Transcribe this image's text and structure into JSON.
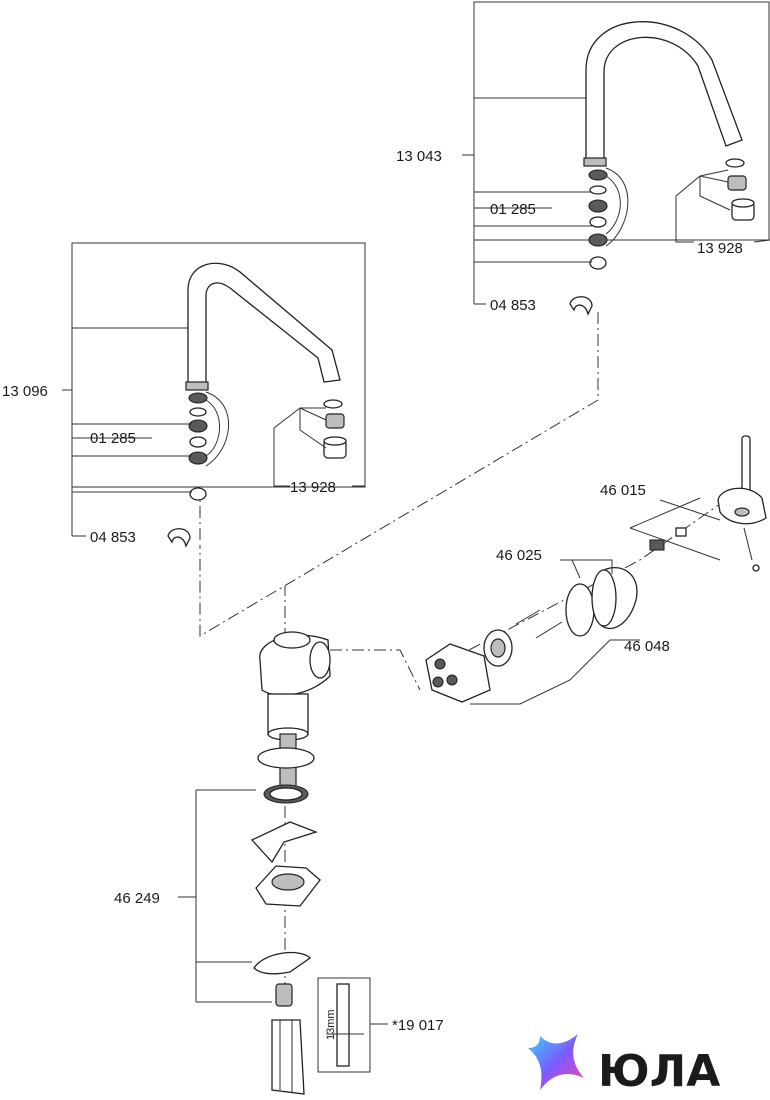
{
  "labels": {
    "spout_high": "13 043",
    "seal_set_top": "01 285",
    "aerator_top": "13 928",
    "clip_top": "04 853",
    "spout_low": "13 096",
    "seal_set_left": "01 285",
    "aerator_left": "13 928",
    "clip_left": "04 853",
    "lever": "46 015",
    "cap": "46 025",
    "cartridge": "46 048",
    "mounting_set": "46 249",
    "tool": "*19 017",
    "tool_size": "13mm"
  },
  "logo": {
    "text": "ЮЛА"
  },
  "colors": {
    "line": "#222222",
    "shade": "#bdbdbd",
    "logo_text": "#1b1b1b"
  }
}
